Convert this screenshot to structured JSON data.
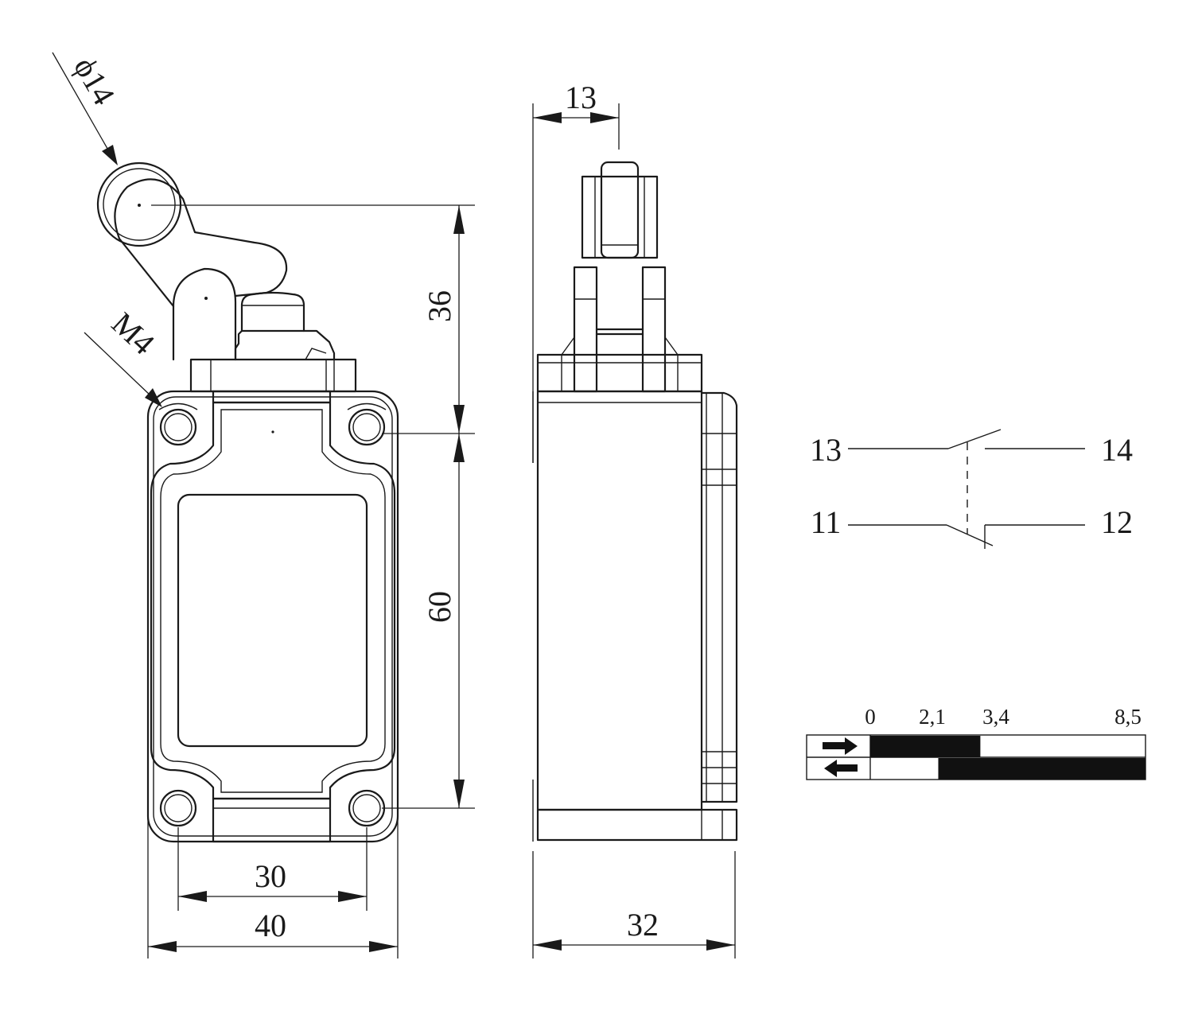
{
  "front_view": {
    "dimensions": {
      "roller_diameter": "ϕ14",
      "thread": "M4",
      "height_upper": "36",
      "height_lower": "60",
      "width_holes": "30",
      "width_total": "40"
    }
  },
  "side_view": {
    "dimensions": {
      "roller_width": "13",
      "depth": "32"
    }
  },
  "contact_schematic": {
    "terminals": {
      "no_left": "13",
      "no_right": "14",
      "nc_left": "11",
      "nc_right": "12"
    }
  },
  "travel_diagram": {
    "scale_labels": [
      "0",
      "2,1",
      "3,4",
      "8,5"
    ],
    "rows": [
      {
        "direction": "forward-arrow-icon",
        "closed_range": [
          0,
          3.4
        ]
      },
      {
        "direction": "return-arrow-icon",
        "closed_range": [
          2.1,
          8.5
        ]
      }
    ]
  }
}
